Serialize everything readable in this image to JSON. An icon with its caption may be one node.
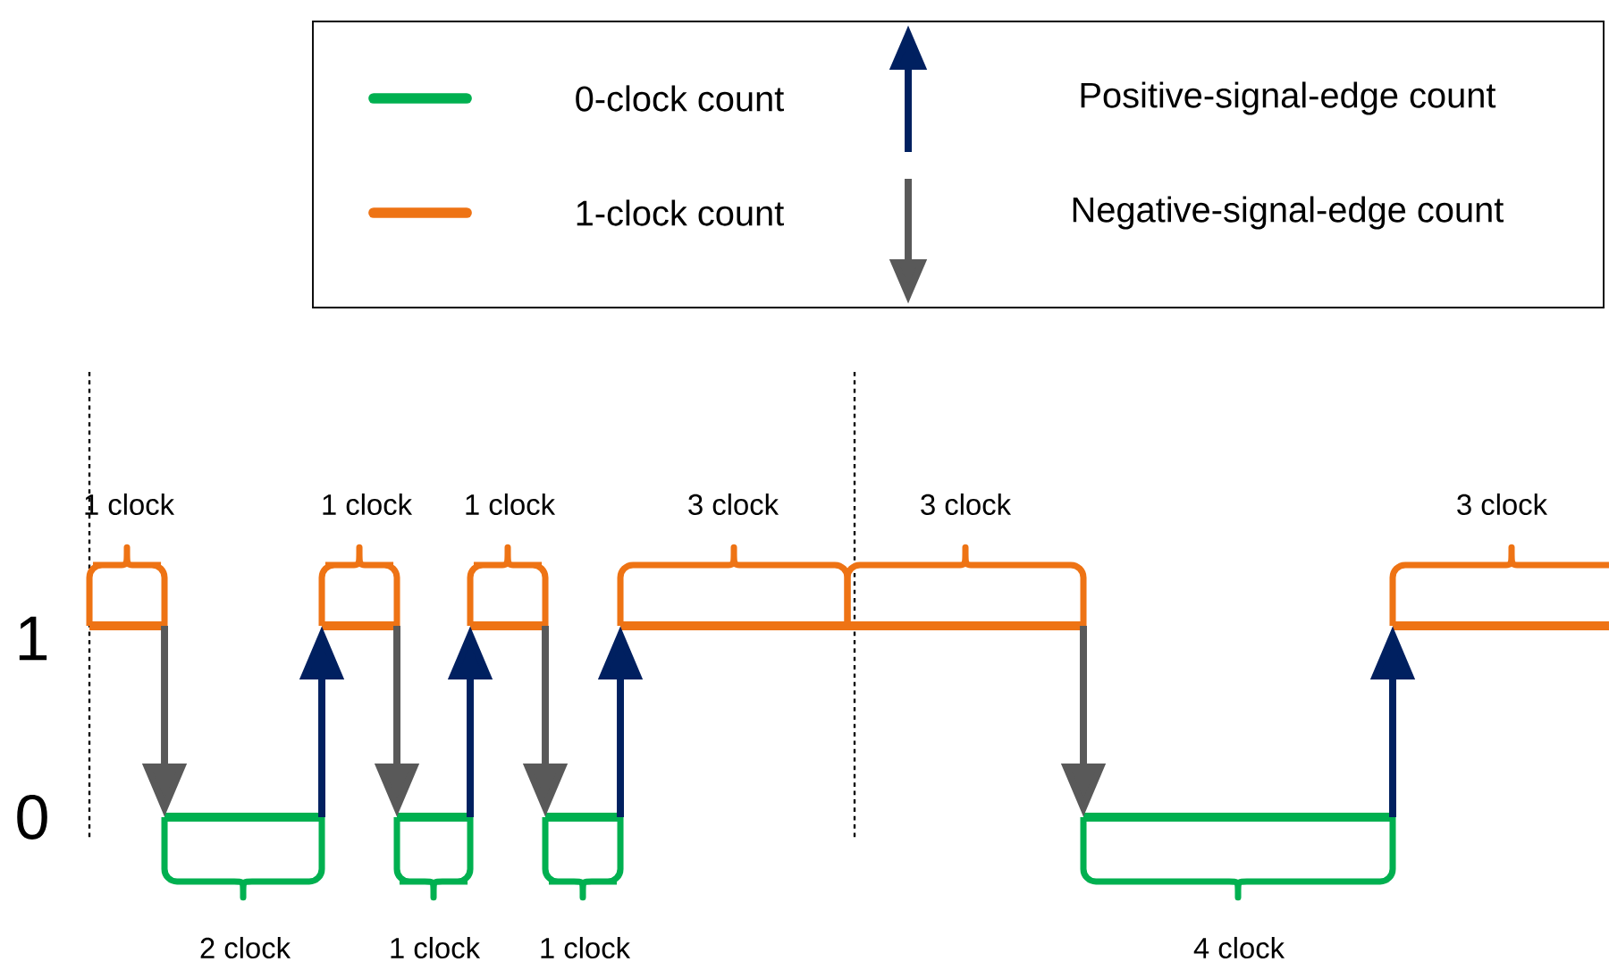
{
  "diagram": {
    "labels": [
      "1 clock",
      "1 clock",
      "1 clock",
      "3 clock",
      "3 clock",
      "3 clock",
      "1",
      "0",
      "2 clock",
      "1 clock",
      "1 clock",
      "4 clock"
    ],
    "legend": [
      {
        "text": "0-clock count"
      },
      {
        "text": "Positive-signal-edge count"
      },
      {
        "text": "1-clock count"
      },
      {
        "text": "Negative-signal-edge count"
      }
    ]
  }
}
